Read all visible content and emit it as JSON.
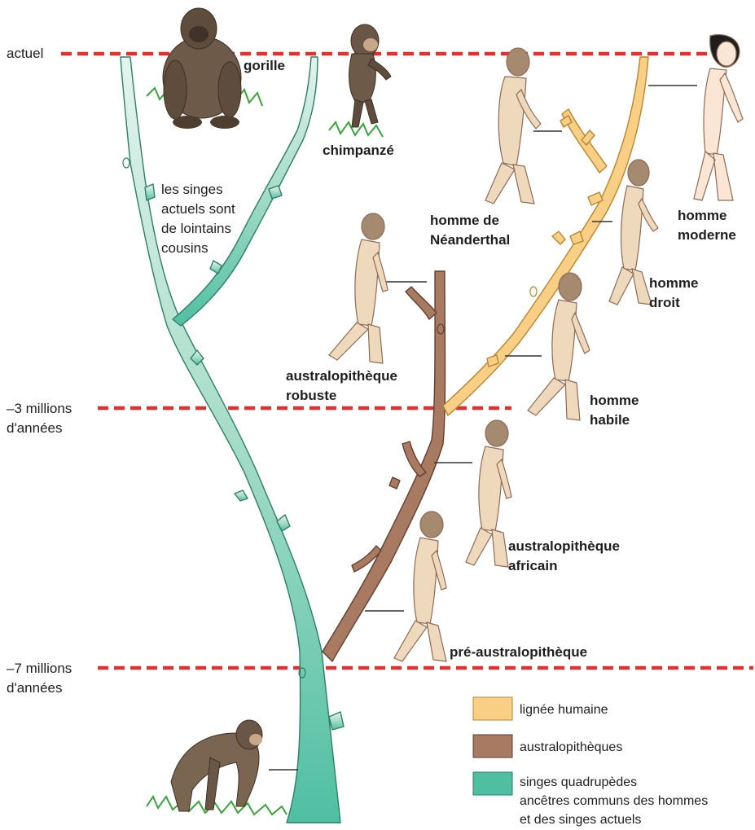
{
  "time_markers": {
    "present": "actuel",
    "minus3": [
      "–3 millions",
      "d'années"
    ],
    "minus7": [
      "–7 millions",
      "d'années"
    ]
  },
  "apes_note": [
    "les singes",
    "actuels sont",
    "de lointains",
    "cousins"
  ],
  "species": {
    "gorilla": [
      "gorille"
    ],
    "chimp": [
      "chimpanzé"
    ],
    "neanderthal": [
      "homme de",
      "Néanderthal"
    ],
    "modern": [
      "homme",
      "moderne"
    ],
    "erectus": [
      "homme",
      "droit"
    ],
    "robustus": [
      "australopithèque",
      "robuste"
    ],
    "habilis": [
      "homme",
      "habile"
    ],
    "africanus": [
      "australopithèque",
      "africain"
    ],
    "pre_australo": [
      "pré-australopithèque"
    ]
  },
  "legend": [
    {
      "lines": [
        "lignée humaine"
      ],
      "color": "#f8cf85"
    },
    {
      "lines": [
        "australopithèques"
      ],
      "color": "#a87a62"
    },
    {
      "lines": [
        "singes quadrupèdes",
        "ancêtres communs des hommes",
        "et des singes actuels"
      ],
      "color": "#4fbfa2"
    }
  ],
  "colors": {
    "marker_line": "#e03030",
    "ape_branch": "#4fbfa2",
    "australo_branch": "#a87a62",
    "human_branch": "#f8cf85",
    "skin": "#efd9bd",
    "ape_fur": "#7a6550"
  }
}
